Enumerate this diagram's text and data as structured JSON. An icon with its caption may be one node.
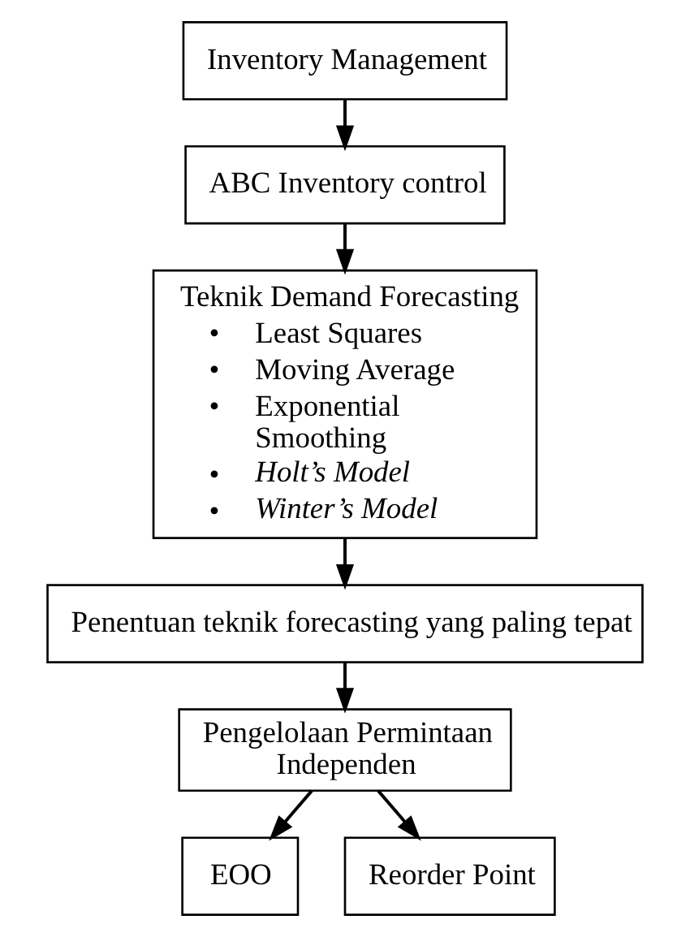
{
  "diagram": {
    "nodes": [
      {
        "text": [
          "Inventory Management"
        ]
      },
      {
        "text": [
          "ABC Inventory control"
        ]
      },
      {
        "text": [
          "Teknik Demand Forecasting",
          "• Least Squares",
          "• Moving Average",
          "• Exponential Smoothing",
          "• Holt’s Model",
          "• Winter’s Model"
        ]
      },
      {
        "text": [
          "Penentuan teknik forecasting yang paling tepat"
        ]
      },
      {
        "text": [
          "Pengelolaan Permintaan Independen"
        ]
      },
      {
        "text": [
          "EOO"
        ]
      },
      {
        "text": [
          "Reorder Point"
        ]
      }
    ],
    "edges": [
      {
        "from": 0,
        "to": 1,
        "arrow": "to"
      },
      {
        "from": 1,
        "to": 2,
        "arrow": "to"
      },
      {
        "from": 2,
        "to": 3,
        "arrow": "to"
      },
      {
        "from": 3,
        "to": 4,
        "arrow": "to"
      },
      {
        "from": 4,
        "to": 5,
        "arrow": "to"
      },
      {
        "from": 4,
        "to": 6,
        "arrow": "to"
      }
    ]
  }
}
